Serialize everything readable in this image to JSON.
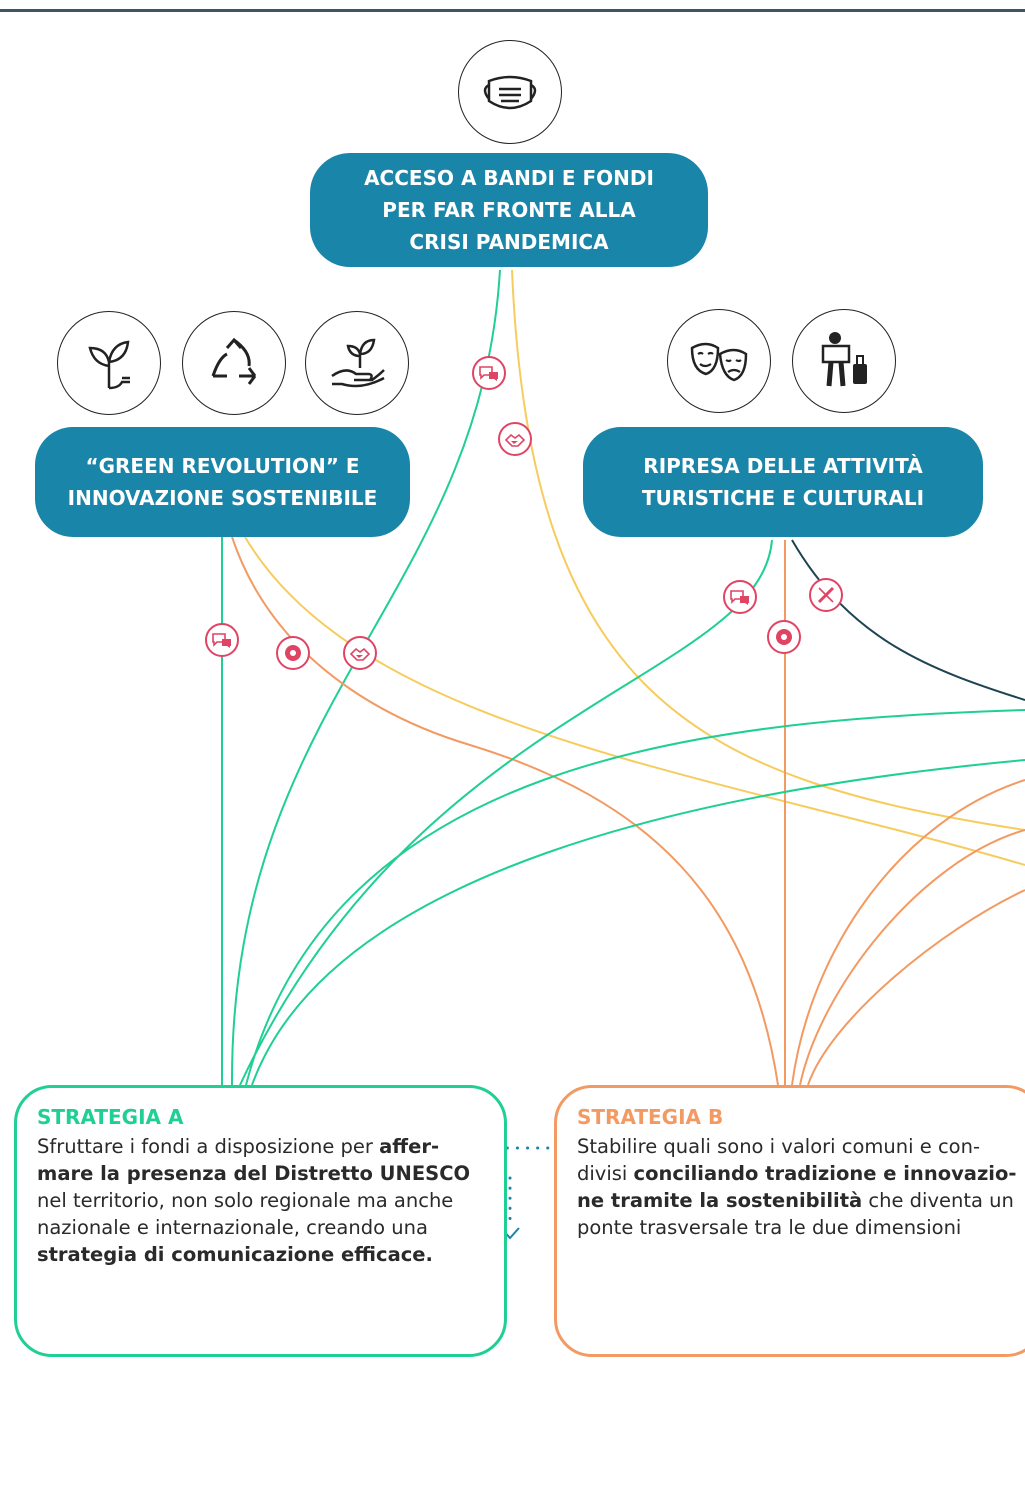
{
  "top": {
    "icon": "face-mask-icon",
    "title_lines": [
      "ACCESO A BANDI E FONDI",
      "PER FAR FRONTE ALLA",
      "CRISI PANDEMICA"
    ]
  },
  "green": {
    "icons": [
      "plant-plug-icon",
      "recycle-icon",
      "hand-sprout-icon"
    ],
    "title_lines": [
      "“GREEN REVOLUTION” E",
      "INNOVAZIONE SOSTENIBILE"
    ]
  },
  "ripresa": {
    "icons": [
      "theater-masks-icon",
      "tourist-luggage-icon"
    ],
    "title_lines": [
      "RIPRESA DELLE ATTIVITÀ",
      "TURISTICHE E CULTURALI"
    ]
  },
  "badges": [
    "chat-icon",
    "handshake-icon",
    "chat-icon",
    "flower-icon",
    "handshake-icon",
    "chat-icon",
    "pencil-ruler-icon",
    "flower-icon"
  ],
  "strategy_a": {
    "title": "STRATEGIA A",
    "lines": [
      [
        {
          "t": "Sfruttare i fondi a disposizione per ",
          "b": false
        },
        {
          "t": "affer-",
          "b": true
        }
      ],
      [
        {
          "t": "mare la presenza del Distretto UNESCO",
          "b": true
        }
      ],
      [
        {
          "t": "nel territorio, non solo regionale ma anche",
          "b": false
        }
      ],
      [
        {
          "t": "nazionale e internazionale, creando una",
          "b": false
        }
      ],
      [
        {
          "t": "strategia di comunicazione efficace.",
          "b": true
        }
      ]
    ]
  },
  "strategy_b": {
    "title": "STRATEGIA B",
    "lines": [
      [
        {
          "t": "Stabilire quali sono i valori comuni e con-",
          "b": false
        }
      ],
      [
        {
          "t": "divisi ",
          "b": false
        },
        {
          "t": "conciliando tradizione e innovazio-",
          "b": true
        }
      ],
      [
        {
          "t": "ne tramite la sostenibilità",
          "b": true
        },
        {
          "t": " che diventa un",
          "b": false
        }
      ],
      [
        {
          "t": "ponte trasversale tra le due dimensioni",
          "b": false
        }
      ]
    ]
  },
  "colors": {
    "pill": "#1985a8",
    "green_line": "#1fcf94",
    "orange_line": "#f29a62",
    "yellow_line": "#f7cc5e",
    "dark_line": "#1e4452",
    "badge": "#e04465",
    "dotted": "#1985a8"
  }
}
